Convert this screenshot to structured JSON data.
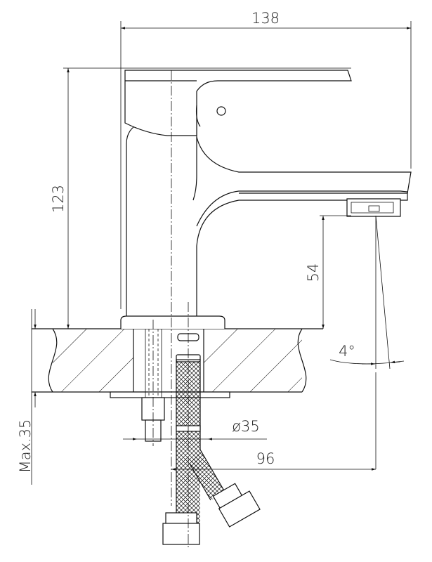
{
  "dimensions": {
    "total_length": "138",
    "total_height": "123",
    "spout_height": "54",
    "spout_angle": "4°",
    "max_counter_thickness": "Max.35",
    "hole_diameter": "ø35",
    "spout_reach": "96"
  }
}
